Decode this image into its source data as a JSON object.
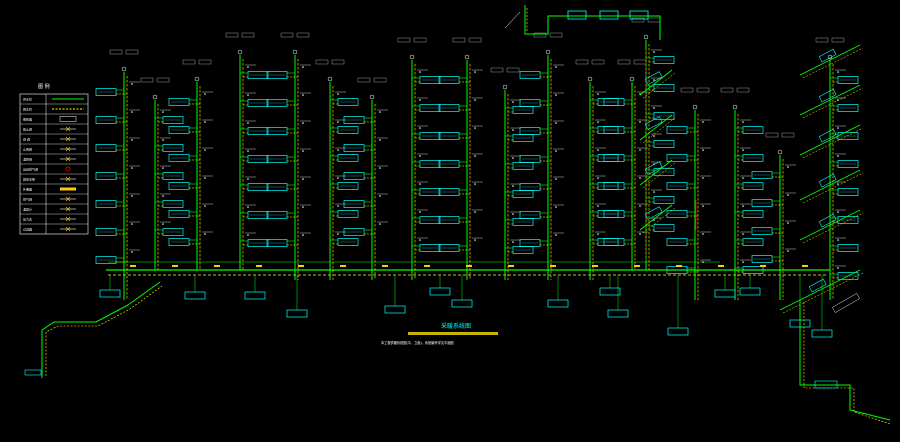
{
  "diagram": {
    "title": "采暖系统图",
    "subtitle": "本工程供暖系统图(平、立面)，系统编号详见平面图",
    "legend": {
      "title": "图 例",
      "rows": [
        {
          "label": "供水管"
        },
        {
          "label": "回水管"
        },
        {
          "label": "散热器"
        },
        {
          "label": "截止阀"
        },
        {
          "label": "闸 阀"
        },
        {
          "label": "止回阀"
        },
        {
          "label": "温控阀"
        },
        {
          "label": "自动排气阀"
        },
        {
          "label": "固定支架"
        },
        {
          "label": "补偿器"
        },
        {
          "label": "排气阀"
        },
        {
          "label": "温度计"
        },
        {
          "label": "压力表"
        },
        {
          "label": "过滤器"
        }
      ]
    }
  },
  "colors": {
    "background": "#000000",
    "pipe": "#00ff00",
    "pipe_dash": "#ffff00",
    "radiator": "#00ffff",
    "text": "#ffffff",
    "highlight": "#ff0000",
    "title_bar": "#c8b400"
  }
}
